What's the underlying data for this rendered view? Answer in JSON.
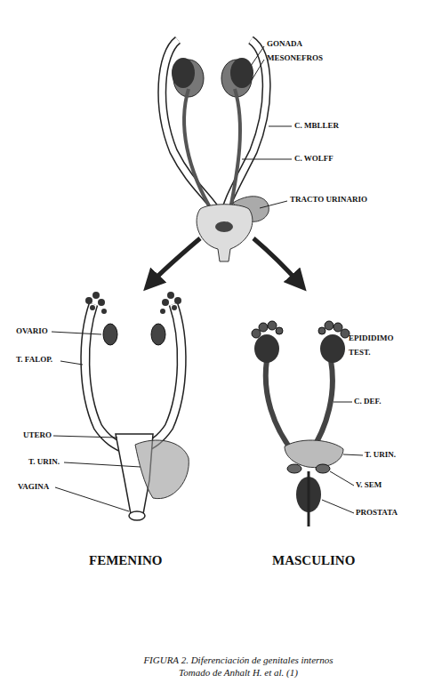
{
  "diagram": {
    "caption": "FIGURA 2. Diferenciación de genitales internos Tomado de Anhalt H. et al. (1)",
    "labels": [
      "GONADA",
      "MESONEFROS",
      "C. MBLLER",
      "C. WOLFF",
      "TRACTO URINARIO",
      "OVARIO",
      "T. FALOP.",
      "UTERO",
      "T. URIN.",
      "VAGINA",
      "EPIDIDIMO",
      "TEST.",
      "C. DEF.",
      "T. URIN.",
      "V. SEM",
      "PROSTATA",
      "FEMENINO",
      "MASCULINO"
    ]
  }
}
